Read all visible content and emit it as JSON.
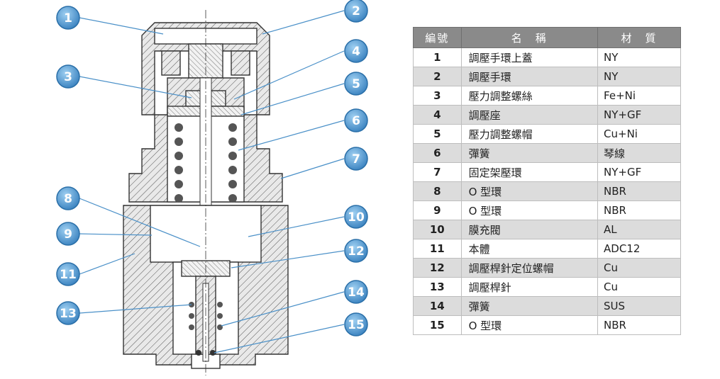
{
  "table": {
    "headers": {
      "no": "編號",
      "name": "名　稱",
      "material": "材　質"
    },
    "rows": [
      {
        "no": "1",
        "name": "調壓手環上蓋",
        "material": "NY"
      },
      {
        "no": "2",
        "name": "調壓手環",
        "material": "NY"
      },
      {
        "no": "3",
        "name": "壓力調整螺絲",
        "material": "Fe+Ni"
      },
      {
        "no": "4",
        "name": "調壓座",
        "material": "NY+GF"
      },
      {
        "no": "5",
        "name": "壓力調整螺帽",
        "material": "Cu+Ni"
      },
      {
        "no": "6",
        "name": "彈簧",
        "material": "琴線"
      },
      {
        "no": "7",
        "name": "固定架壓環",
        "material": "NY+GF"
      },
      {
        "no": "8",
        "name": "O 型環",
        "material": "NBR"
      },
      {
        "no": "9",
        "name": "O 型環",
        "material": "NBR"
      },
      {
        "no": "10",
        "name": "膜充閥",
        "material": "AL"
      },
      {
        "no": "11",
        "name": "本體",
        "material": "ADC12"
      },
      {
        "no": "12",
        "name": "調壓桿針定位螺帽",
        "material": "Cu"
      },
      {
        "no": "13",
        "name": "調壓桿針",
        "material": "Cu"
      },
      {
        "no": "14",
        "name": "彈簧",
        "material": "SUS"
      },
      {
        "no": "15",
        "name": "O 型環",
        "material": "NBR"
      }
    ]
  },
  "callouts": [
    "1",
    "2",
    "3",
    "4",
    "5",
    "6",
    "7",
    "8",
    "9",
    "10",
    "11",
    "12",
    "13",
    "14",
    "15"
  ],
  "colors": {
    "callout_fill": "#5aa0d8",
    "callout_stroke": "#2a6fa8",
    "leader": "#4a90c8",
    "header_bg": "#8a8a8a",
    "alt_row_bg": "#dcdcdc"
  }
}
